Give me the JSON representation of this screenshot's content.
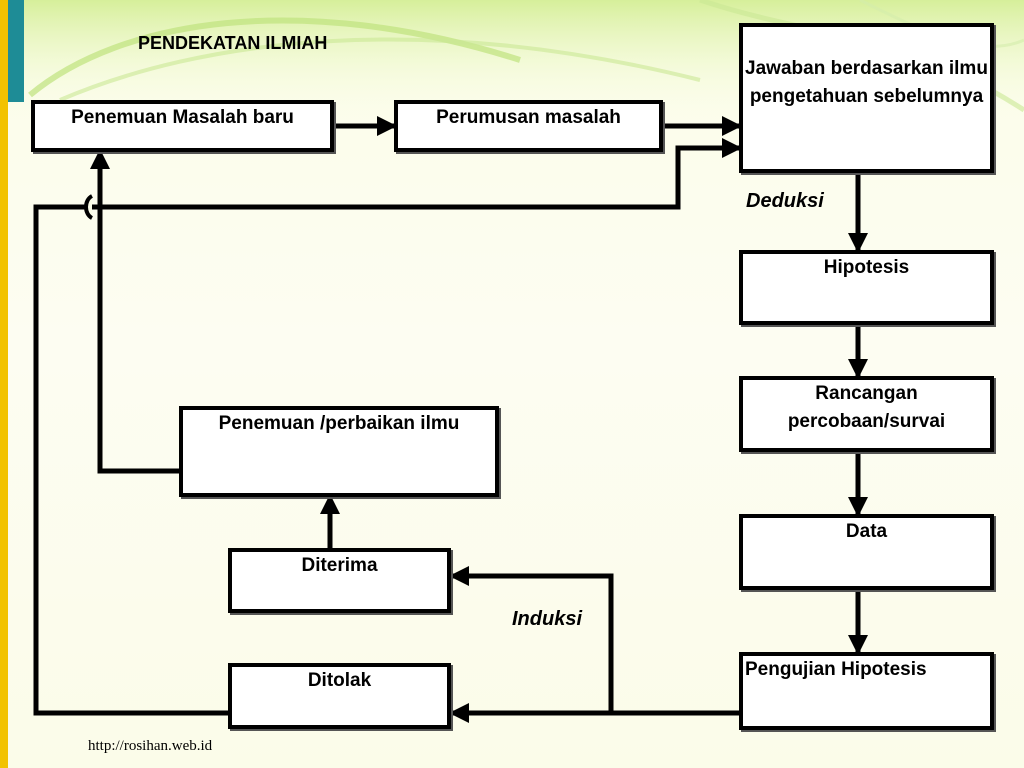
{
  "title": "PENDEKATAN ILMIAH",
  "nodes": {
    "penemuan_masalah_baru": "Penemuan Masalah baru",
    "perumusan_masalah": "Perumusan masalah",
    "jawaban": "Jawaban berdasarkan ilmu pengetahuan sebelumnya",
    "hipotesis": "Hipotesis",
    "rancangan": "Rancangan percobaan/survai",
    "data": "Data",
    "pengujian": "Pengujian Hipotesis",
    "penemuan_perbaikan": "Penemuan /perbaikan ilmu",
    "diterima": "Diterima",
    "ditolak": "Ditolak"
  },
  "edge_labels": {
    "deduksi": "Deduksi",
    "induksi": "Induksi"
  },
  "footer": "http://rosihan.web.id",
  "colors": {
    "accent_yellow": "#f2c200",
    "accent_teal": "#1e8c96",
    "decor_green": "#9fd36a"
  }
}
